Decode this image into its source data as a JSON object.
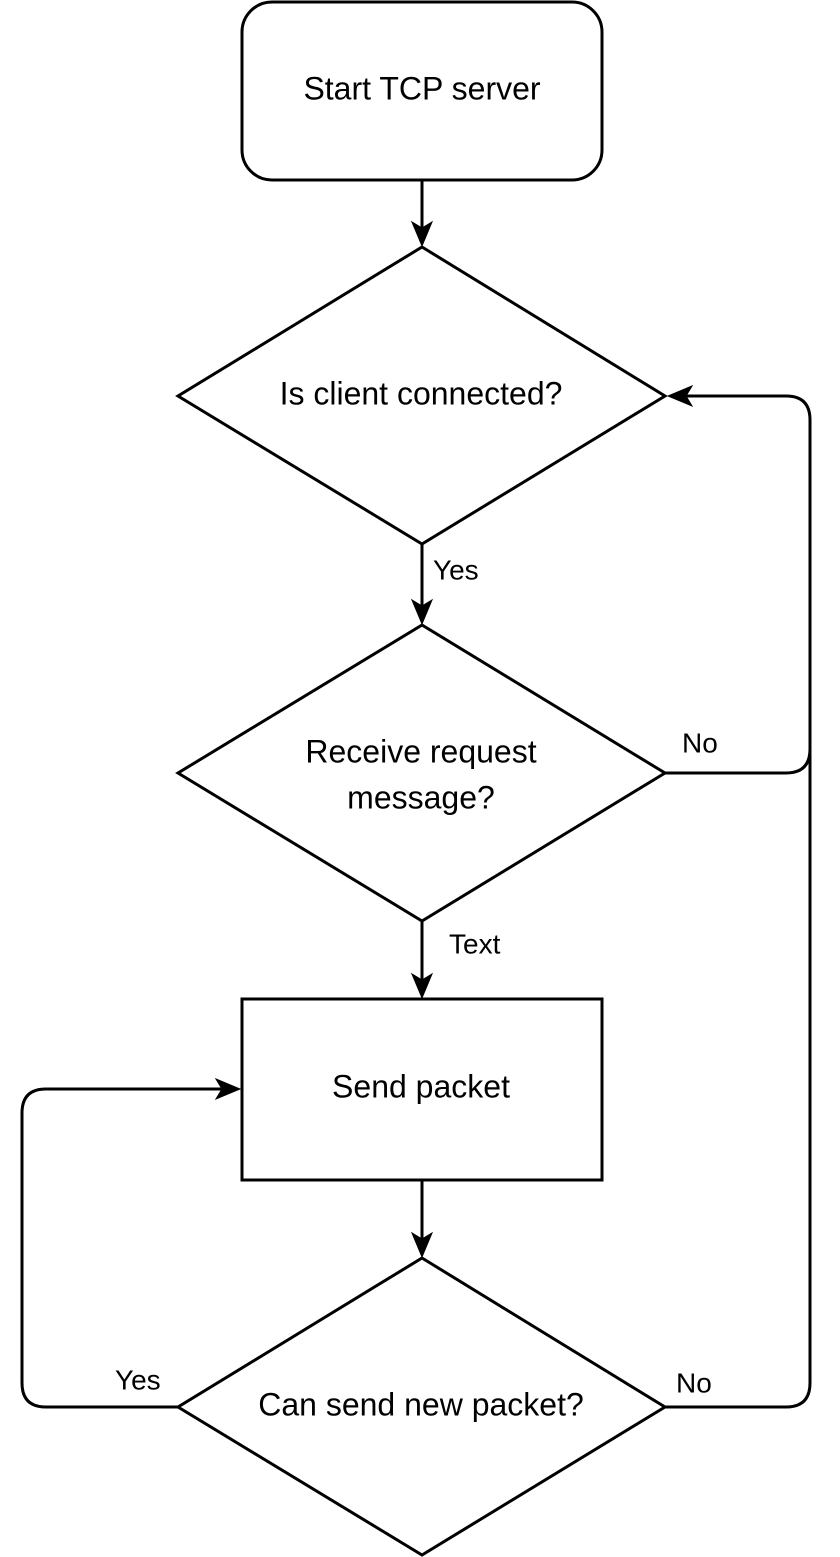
{
  "nodes": {
    "start": {
      "label": "Start TCP server"
    },
    "client_connected": {
      "label": "Is client connected?"
    },
    "receive_request": {
      "line1": "Receive request",
      "line2": "message?"
    },
    "send_packet": {
      "label": "Send packet"
    },
    "can_send": {
      "label": "Can send new packet?"
    }
  },
  "edges": {
    "connected_yes": "Yes",
    "receive_no": "No",
    "receive_text": "Text",
    "can_send_yes": "Yes",
    "can_send_no": "No"
  }
}
